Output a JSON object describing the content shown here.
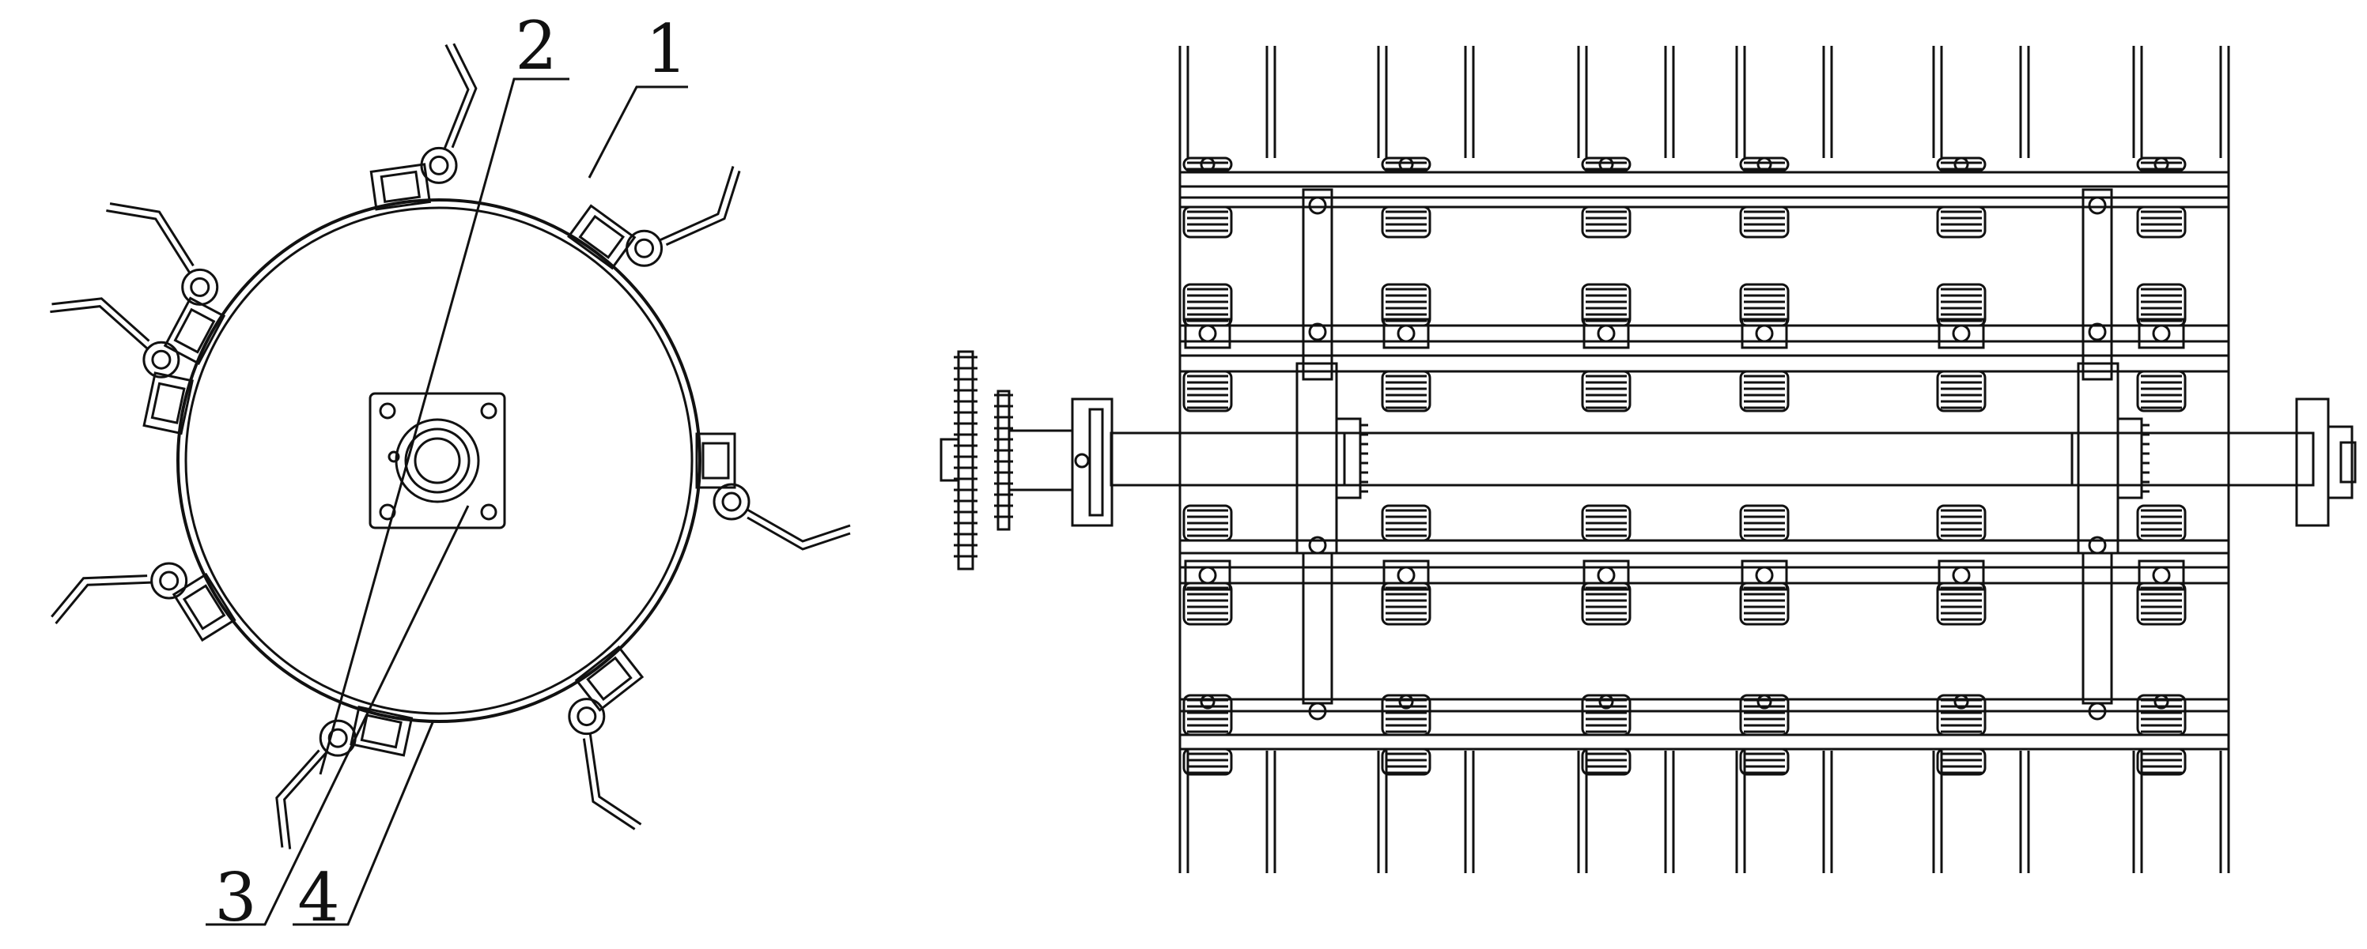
{
  "callouts": [
    {
      "id": "1",
      "text": "1"
    },
    {
      "id": "2",
      "text": "2"
    },
    {
      "id": "3",
      "text": "3"
    },
    {
      "id": "4",
      "text": "4"
    }
  ],
  "colors": {
    "ink": "#111111",
    "paper": "#ffffff"
  }
}
